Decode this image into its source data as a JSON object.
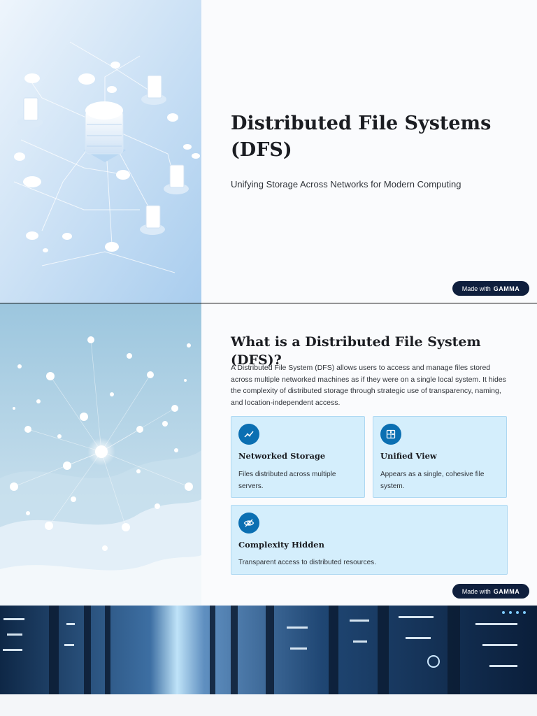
{
  "slide1": {
    "title": "Distributed File Systems (DFS)",
    "subtitle": "Unifying Storage Across Networks for Modern Computing",
    "badge": {
      "prefix": "Made with",
      "brand": "GAMMA"
    }
  },
  "slide2": {
    "title": "What is a Distributed File System (DFS)?",
    "paragraph": "A Distributed File System (DFS) allows users to access and manage files stored across multiple networked machines as if they were on a single local system. It hides the complexity of distributed storage through strategic use of transparency, naming, and location-independent access.",
    "cards": [
      {
        "icon": "chart-line-icon",
        "title": "Networked Storage",
        "description": "Files distributed across multiple servers."
      },
      {
        "icon": "puzzle-icon",
        "title": "Unified View",
        "description": "Appears as a single, cohesive file system."
      },
      {
        "icon": "eye-off-icon",
        "title": "Complexity Hidden",
        "description": "Transparent access to distributed resources."
      }
    ],
    "badge": {
      "prefix": "Made with",
      "brand": "GAMMA"
    }
  },
  "colors": {
    "accent": "#0b6fb2",
    "card_bg": "#d4eefc",
    "badge_bg": "#0f1f3d"
  }
}
